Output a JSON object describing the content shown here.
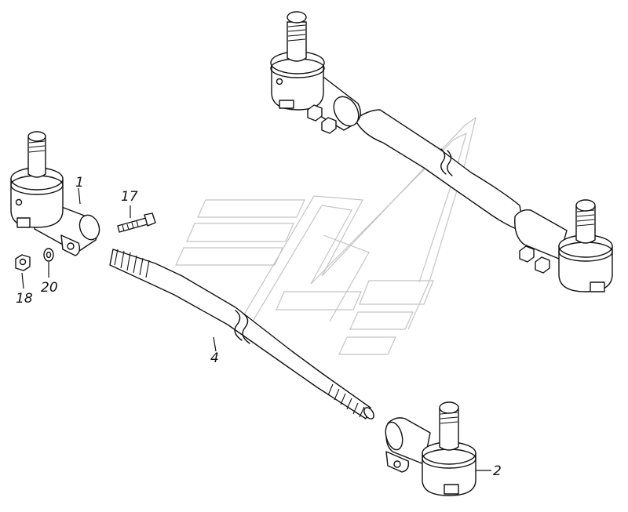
{
  "callouts": {
    "c1": "1",
    "c2": "2",
    "c4": "4",
    "c17": "17",
    "c18": "18",
    "c20": "20"
  },
  "colors": {
    "line": "#111111",
    "watermark": "#c4c4c4",
    "background": "#ffffff"
  }
}
